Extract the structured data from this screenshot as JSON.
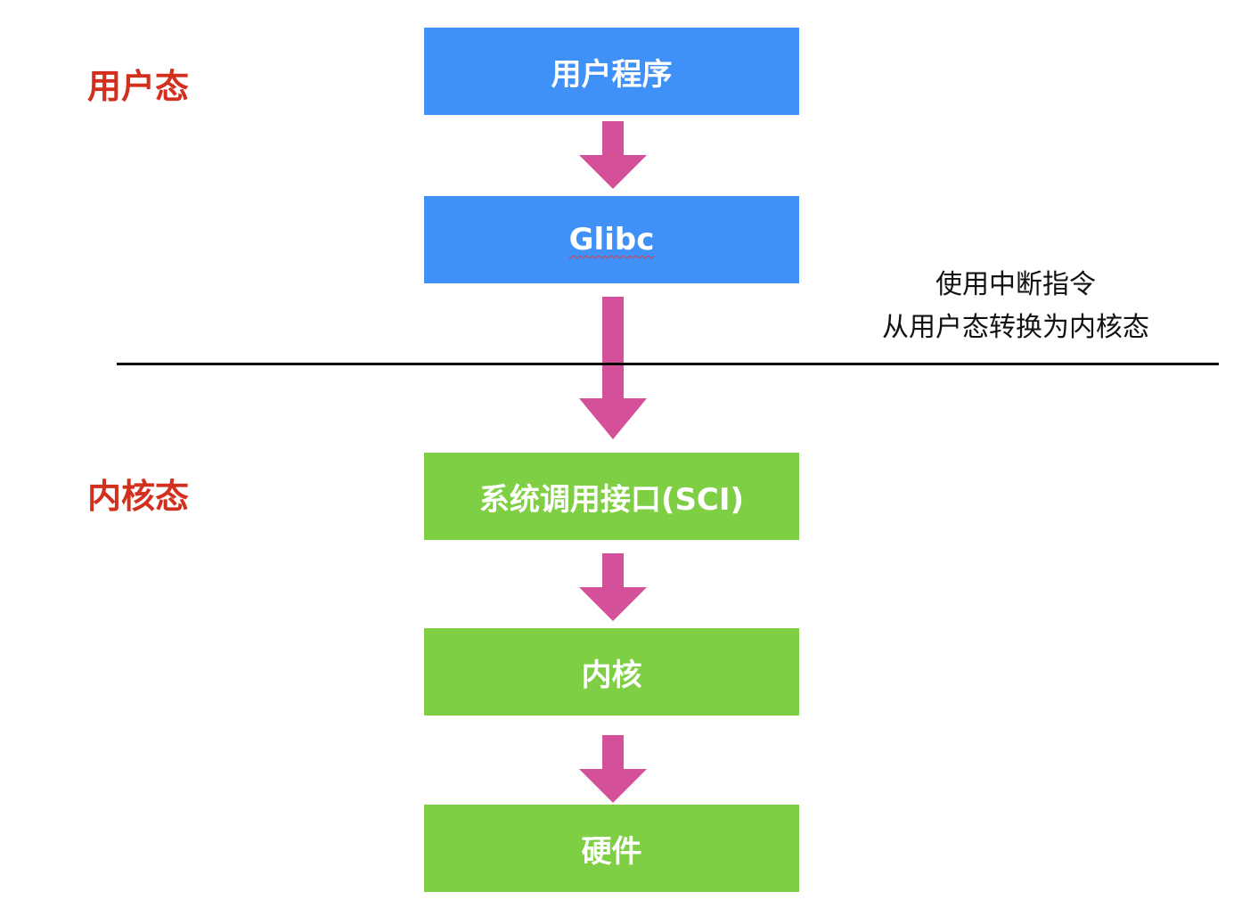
{
  "colors": {
    "zone_label": "#d32f1e",
    "user_box": "#3f91f7",
    "kernel_box": "#7fcf45",
    "arrow": "#d4519a",
    "divider": "#000000"
  },
  "zones": {
    "user": "用户态",
    "kernel": "内核态"
  },
  "boxes": {
    "user_program": "用户程序",
    "glibc": "Glibc",
    "sci": "系统调用接口(SCI)",
    "kernel": "内核",
    "hardware": "硬件"
  },
  "note": {
    "line1": "使用中断指令",
    "line2": "从用户态转换为内核态"
  }
}
